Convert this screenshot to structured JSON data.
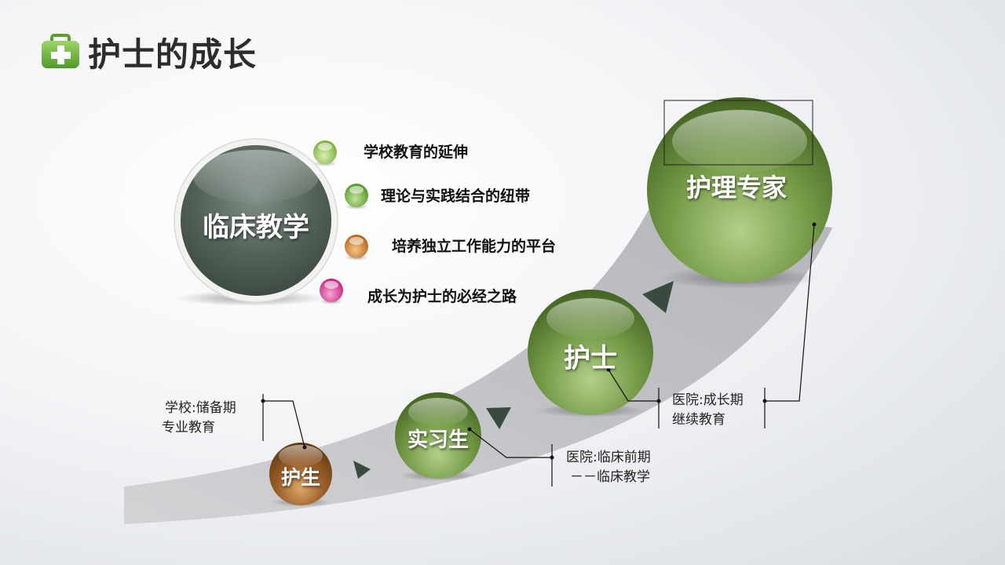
{
  "title": "护士的成长",
  "hub": {
    "label": "临床教学"
  },
  "bullets": [
    {
      "text": "学校教育的延伸",
      "color": "#8cc04a"
    },
    {
      "text": "理论与实践结合的纽带",
      "color": "#6aa63a"
    },
    {
      "text": "培养独立工作能力的平台",
      "color": "#c57a2c"
    },
    {
      "text": "成长为护士的必经之路",
      "color": "#d9479a"
    }
  ],
  "stages": [
    {
      "label": "护生"
    },
    {
      "label": "实习生"
    },
    {
      "label": "护士"
    },
    {
      "label": "护理专家"
    }
  ],
  "notes": {
    "school": {
      "line1": "学校:储备期",
      "line2": "专业教育"
    },
    "clinical": {
      "line1": "医院:临床前期",
      "line2": "－－临床教学"
    },
    "growth": {
      "line1": "医院:成长期",
      "line2": "继续教育"
    }
  },
  "colors": {
    "green_dark": "#4a6a28",
    "green_light": "#a7c777",
    "brown": "#7a4a1c",
    "arrow": "#3a4a3e"
  }
}
